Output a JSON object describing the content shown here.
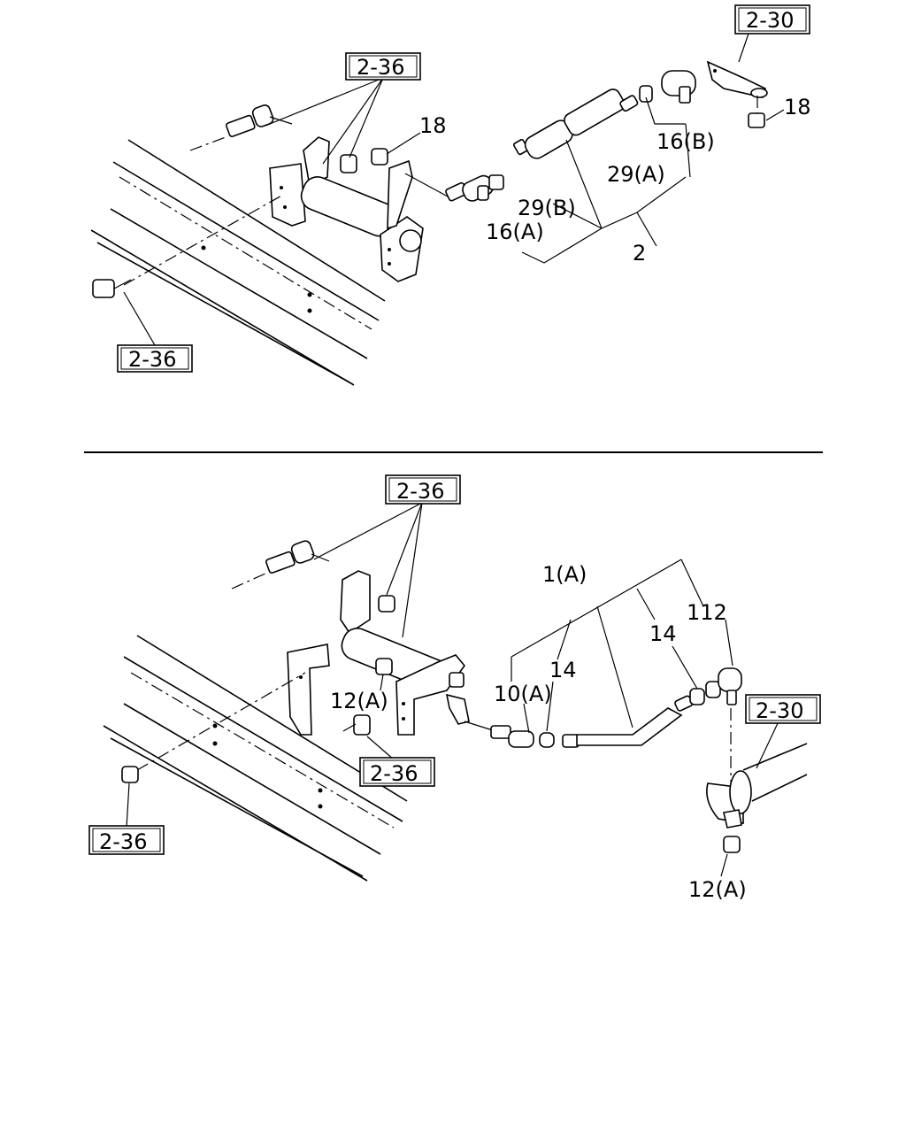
{
  "top_view": {
    "refs": {
      "ref_236_top": "2-36",
      "ref_230": "2-30",
      "ref_236_bottom": "2-36"
    },
    "labels": {
      "p18_left": "18",
      "p18_right": "18",
      "p16b": "16(B)",
      "p29a": "29(A)",
      "p29b": "29(B)",
      "p16a": "16(A)",
      "p2": "2"
    }
  },
  "bottom_view": {
    "refs": {
      "ref_236_top": "2-36",
      "ref_236_mid": "2-36",
      "ref_236_left": "2-36",
      "ref_230": "2-30"
    },
    "labels": {
      "p1a": "1(A)",
      "p112": "112",
      "p14_right": "14",
      "p14_left": "14",
      "p10a": "10(A)",
      "p12a_mid": "12(A)",
      "p12a_bottom": "12(A)"
    }
  }
}
